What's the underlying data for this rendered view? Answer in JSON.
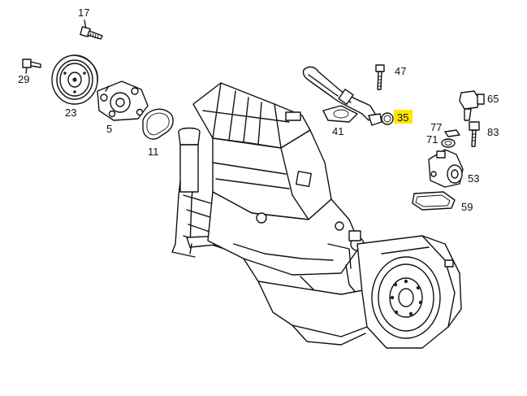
{
  "diagram": {
    "highlight_color": "#ffe600",
    "callouts": [
      {
        "id": "17",
        "text": "17"
      },
      {
        "id": "29",
        "text": "29"
      },
      {
        "id": "23",
        "text": "23"
      },
      {
        "id": "5",
        "text": "5"
      },
      {
        "id": "11",
        "text": "11"
      },
      {
        "id": "47",
        "text": "47"
      },
      {
        "id": "41",
        "text": "41"
      },
      {
        "id": "35",
        "text": "35",
        "highlighted": true
      },
      {
        "id": "65",
        "text": "65"
      },
      {
        "id": "77",
        "text": "77"
      },
      {
        "id": "71",
        "text": "71"
      },
      {
        "id": "83",
        "text": "83"
      },
      {
        "id": "53",
        "text": "53"
      },
      {
        "id": "59",
        "text": "59"
      }
    ]
  }
}
